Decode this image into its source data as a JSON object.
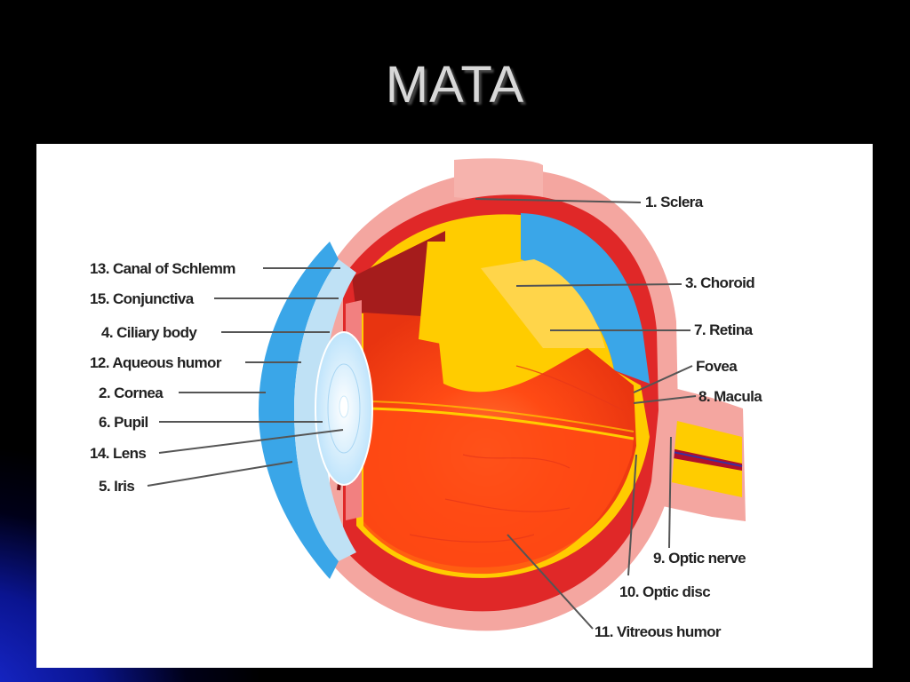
{
  "title": "MATA",
  "labels": {
    "sclera": "1. Sclera",
    "cornea": "2. Cornea",
    "choroid": "3. Choroid",
    "ciliary_body": "4. Ciliary body",
    "iris": "5. Iris",
    "pupil": "6. Pupil",
    "retina": "7. Retina",
    "macula": "8. Macula",
    "fovea": "Fovea",
    "optic_nerve": "9. Optic nerve",
    "optic_disc": "10. Optic disc",
    "vitreous_humor": "11. Vitreous humor",
    "aqueous_humor": "12. Aqueous humor",
    "canal_of_schlemm": "13. Canal of Schlemm",
    "lens": "14. Lens",
    "conjunctiva": "15. Conjunctiva"
  },
  "colors": {
    "sclera": "#f4a6a0",
    "choroid": "#e02828",
    "retina": "#ffcc00",
    "vitreous": "#ff4a14",
    "cornea": "#3aa6e8",
    "lens": "#dff3ff"
  }
}
